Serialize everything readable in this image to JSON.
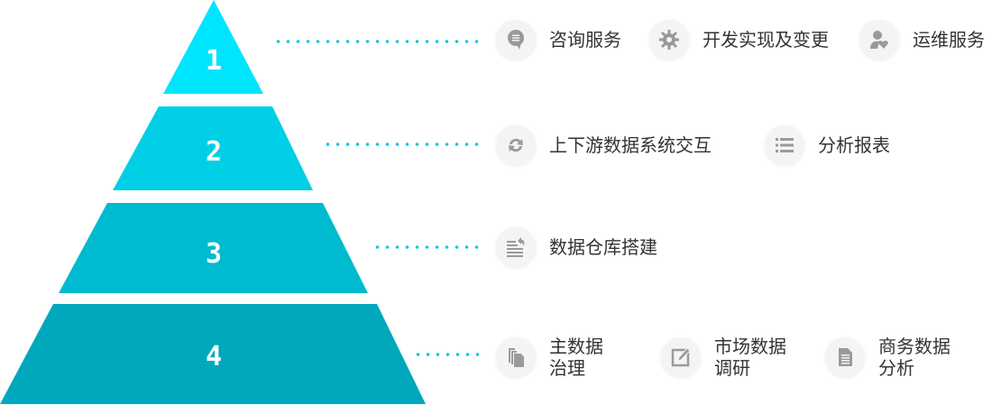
{
  "colors": {
    "tier1": "#00e5ff",
    "tier2": "#00cfe5",
    "tier3": "#00bad0",
    "tier4": "#00a8bc",
    "dots": "#17c6de",
    "icon": "#9a9a9a"
  },
  "tiers": [
    {
      "number": "1",
      "items": [
        {
          "label": "咨询服务",
          "icon": "chat-bubble-icon"
        },
        {
          "label": "开发实现及变更",
          "icon": "gear-icon"
        },
        {
          "label": "运维服务",
          "icon": "user-heart-icon"
        }
      ]
    },
    {
      "number": "2",
      "items": [
        {
          "label": "上下游数据系统交互",
          "icon": "refresh-icon"
        },
        {
          "label": "分析报表",
          "icon": "list-icon"
        }
      ]
    },
    {
      "number": "3",
      "items": [
        {
          "label": "数据仓库搭建",
          "icon": "text-undo-icon"
        }
      ]
    },
    {
      "number": "4",
      "items": [
        {
          "label1": "主数据",
          "label2": "治理",
          "icon": "copy-icon"
        },
        {
          "label1": "市场数据",
          "label2": "调研",
          "icon": "edit-icon"
        },
        {
          "label1": "商务数据",
          "label2": "分析",
          "icon": "document-icon"
        }
      ]
    }
  ]
}
